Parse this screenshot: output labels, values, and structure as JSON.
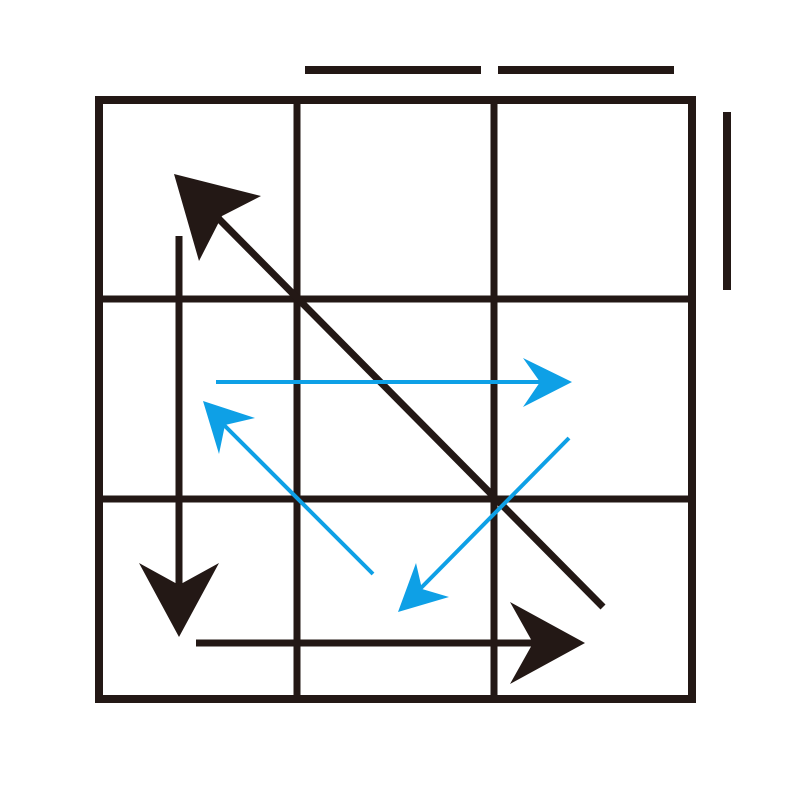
{
  "colors": {
    "background": "#ffffff",
    "grid": "#231815",
    "black_arrows": "#231815",
    "blue_arrows": "#0ea0e6"
  },
  "grid": {
    "rows": 3,
    "cols": 3
  },
  "top_bars": {
    "count": 2
  },
  "side_bars": {
    "count": 1
  },
  "arrows": {
    "black": [
      {
        "name": "down-arrow",
        "direction": "down"
      },
      {
        "name": "right-arrow",
        "direction": "right"
      },
      {
        "name": "diagonal-up-left-arrow",
        "direction": "up-left"
      }
    ],
    "blue": [
      {
        "name": "blue-right-arrow",
        "direction": "right"
      },
      {
        "name": "blue-down-left-arrow",
        "direction": "down-left"
      },
      {
        "name": "blue-up-left-arrow",
        "direction": "up-left"
      }
    ]
  }
}
